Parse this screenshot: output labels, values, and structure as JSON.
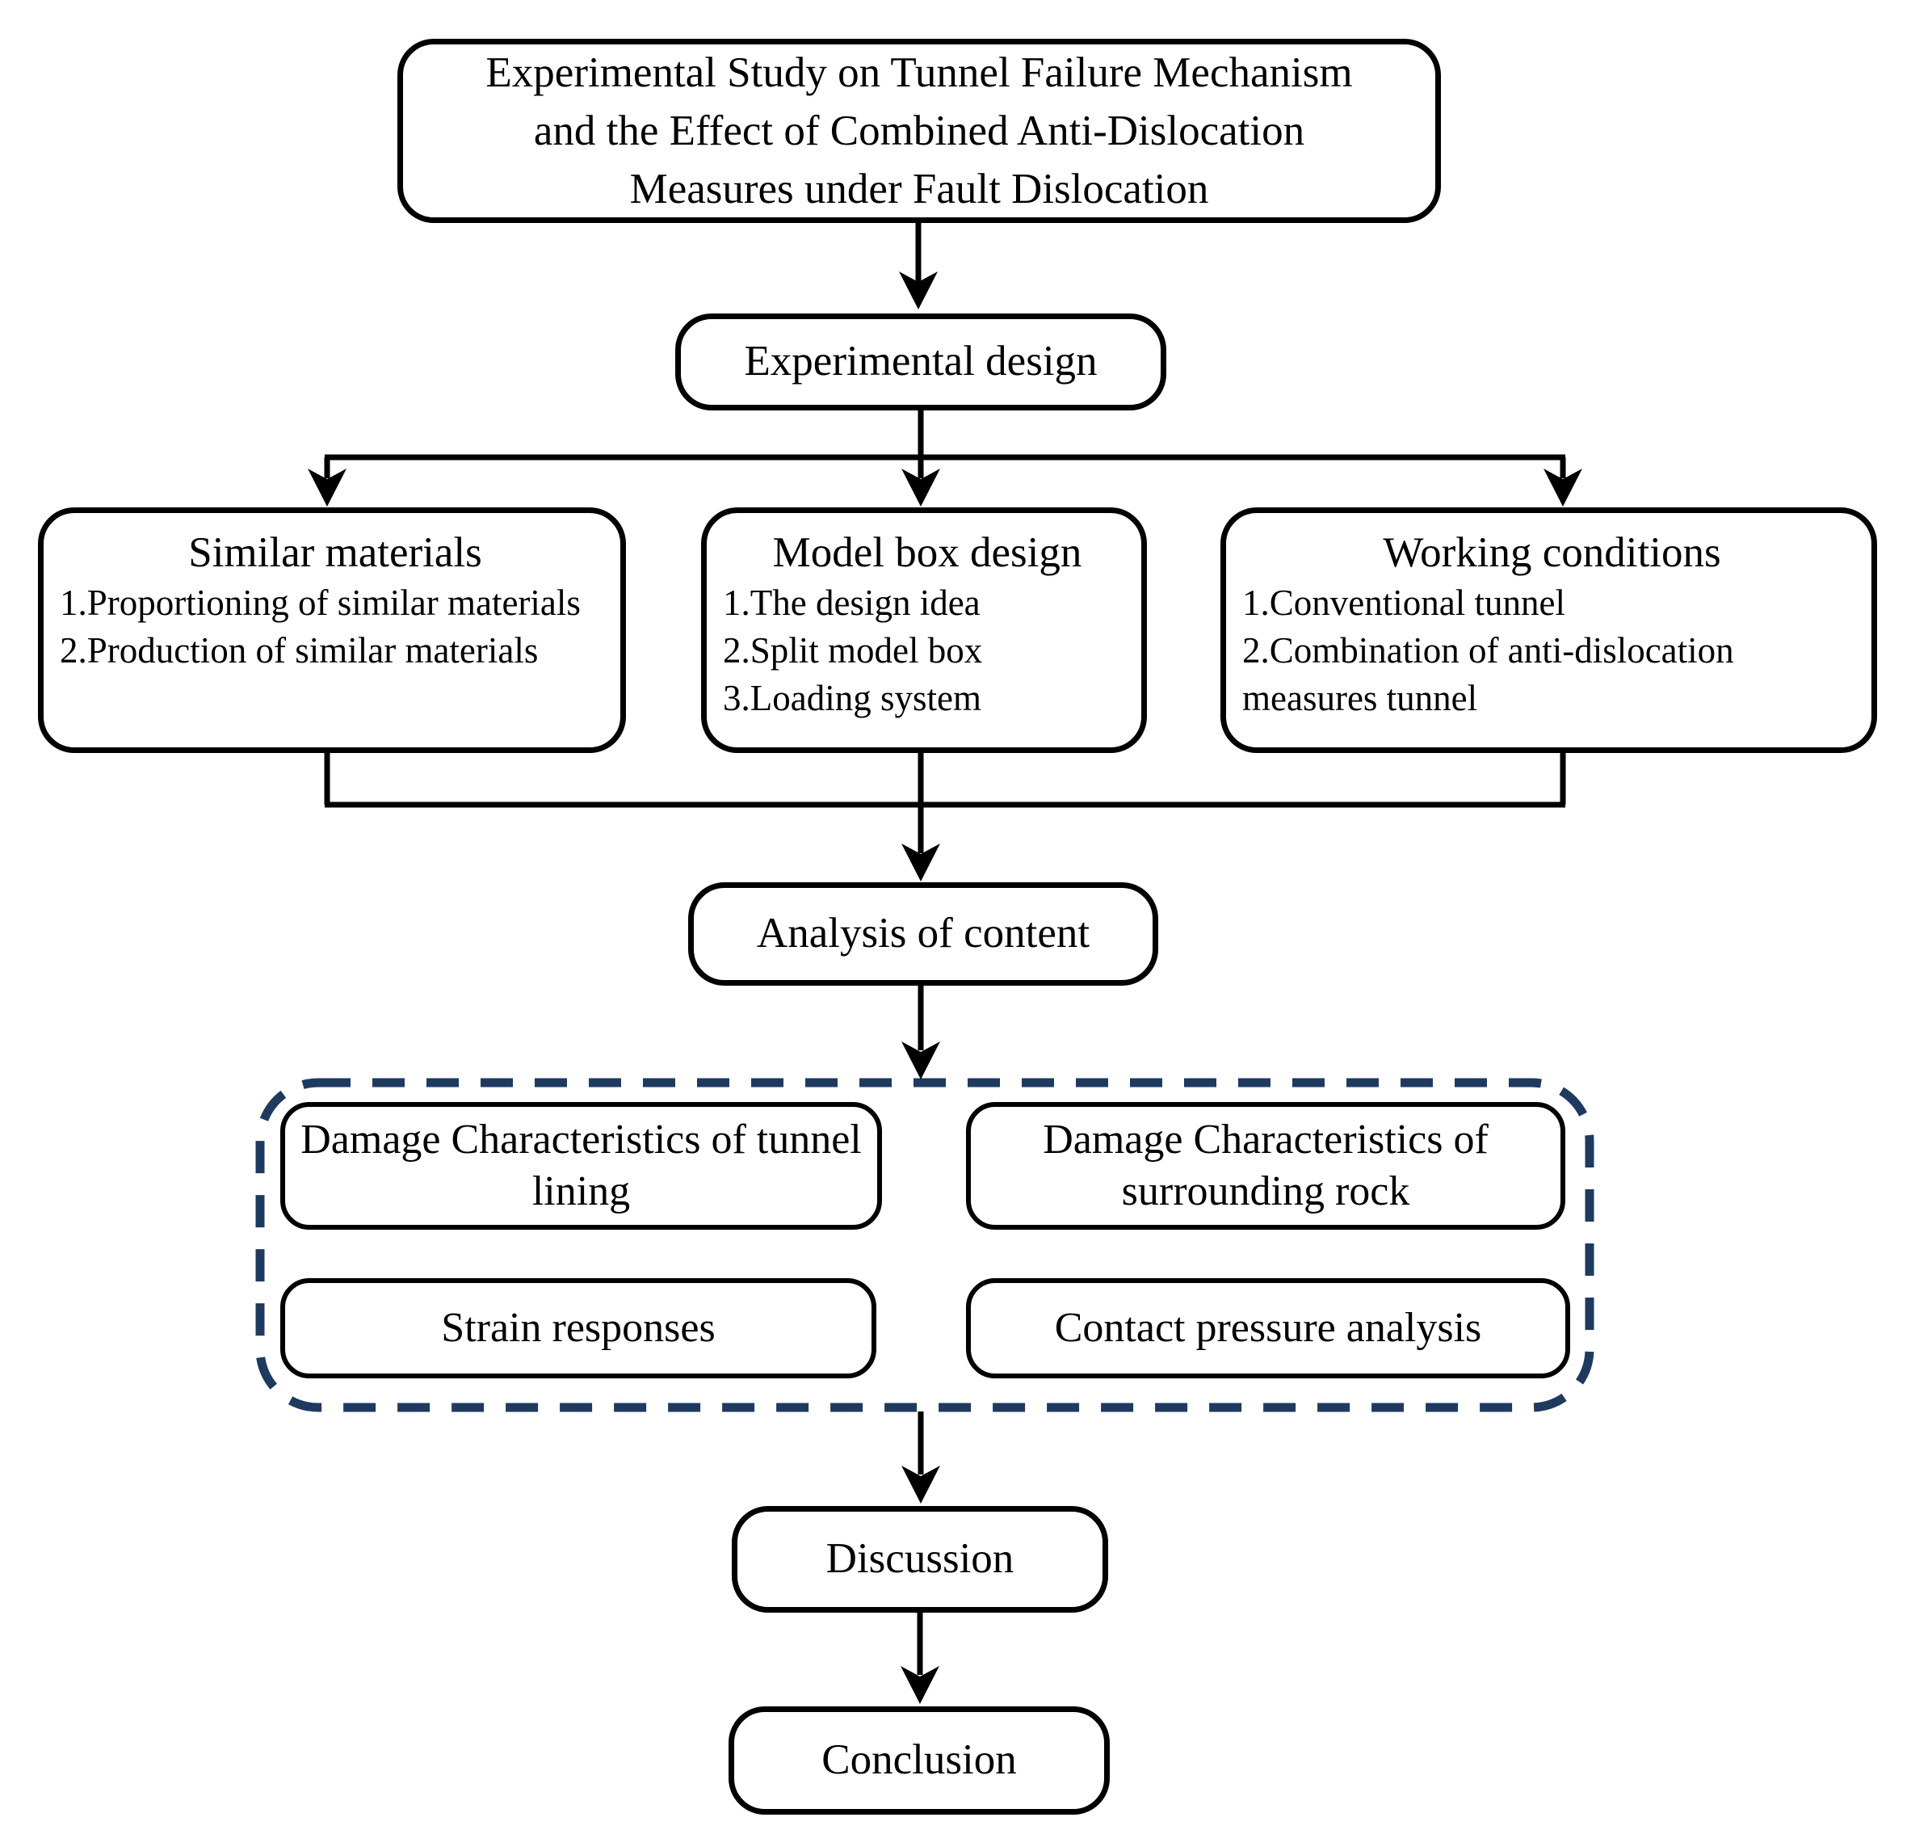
{
  "diagram": {
    "title_lines": [
      "Experimental Study on Tunnel Failure Mechanism",
      "and the Effect of Combined Anti-Dislocation",
      "Measures under Fault Dislocation"
    ],
    "experimental_design_label": "Experimental design",
    "branches": [
      {
        "title": "Similar materials",
        "items": [
          "1.Proportioning of similar materials",
          "2.Production of similar materials"
        ]
      },
      {
        "title": "Model box design",
        "items": [
          "1.The design idea",
          "2.Split model box",
          "3.Loading system"
        ]
      },
      {
        "title": "Working conditions",
        "items": [
          "1.Conventional tunnel",
          "2.Combination of anti-dislocation measures tunnel"
        ]
      }
    ],
    "analysis_label": "Analysis of content",
    "analysis_group": {
      "boxes": [
        "Damage Characteristics of tunnel lining",
        "Damage Characteristics of surrounding rock",
        "Strain responses",
        "Contact pressure analysis"
      ]
    },
    "discussion_label": "Discussion",
    "conclusion_label": "Conclusion"
  },
  "colors": {
    "node_border": "#000000",
    "node_fill": "#ffffff",
    "connector": "#000000",
    "dashed_group_border": "#1f3a5f",
    "text": "#000000",
    "background": "#ffffff"
  }
}
